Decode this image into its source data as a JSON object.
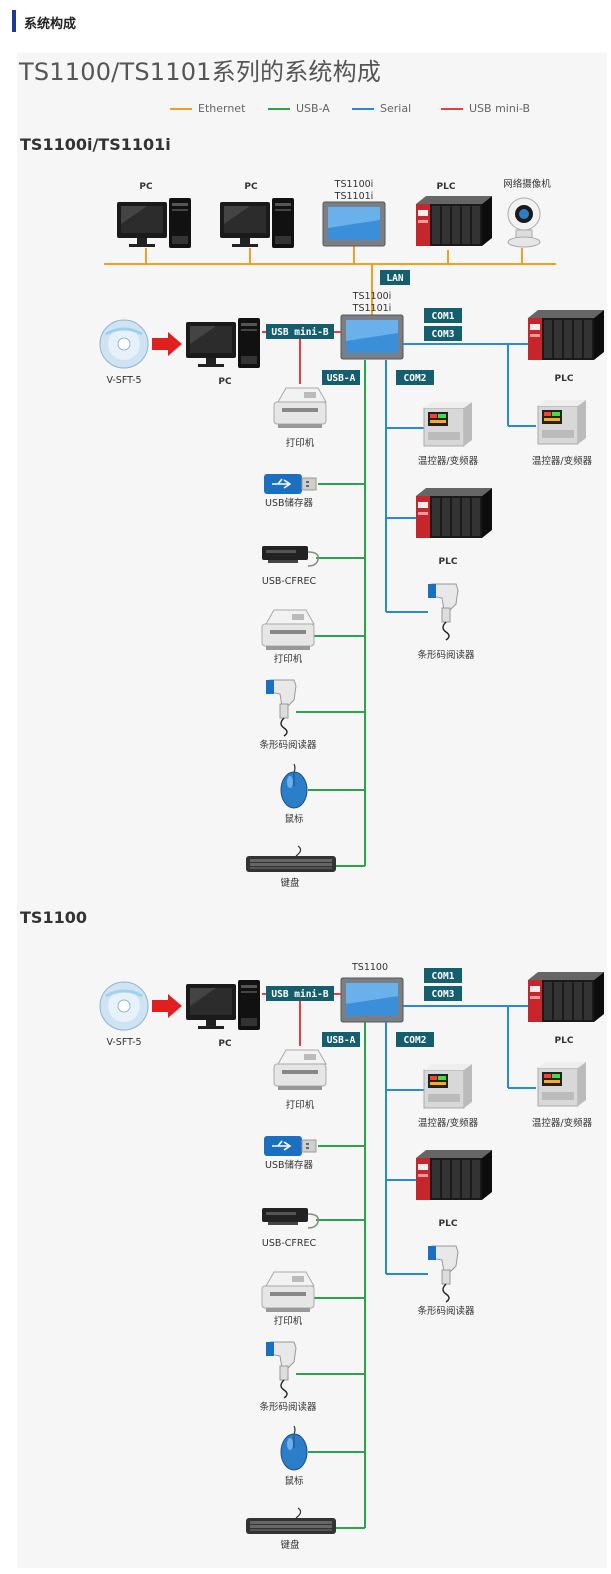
{
  "header": {
    "title": "系统构成"
  },
  "page_title": "TS1100/TS1101系列的系统构成",
  "legend": [
    {
      "label": "Ethernet",
      "color": "#f0a020"
    },
    {
      "label": "USB-A",
      "color": "#2aa44a"
    },
    {
      "label": "Serial",
      "color": "#2a8ad0"
    },
    {
      "label": "USB mini-B",
      "color": "#e04040"
    }
  ],
  "colors": {
    "ethernet": "#f0a020",
    "usb_a": "#2aa44a",
    "serial": "#2a8ad0",
    "usb_mini_b": "#e04040",
    "tag_bg": "#145e6e",
    "arrow": "#e02020"
  },
  "diagram1": {
    "title": "TS1100i/TS1101i",
    "top_pc1": "PC",
    "top_pc2": "PC",
    "top_ts_line1": "TS1100i",
    "top_ts_line2": "TS1101i",
    "top_plc": "PLC",
    "top_camera": "网络摄像机",
    "lan_tag": "LAN",
    "center_line1": "TS1100i",
    "center_line2": "TS1101i",
    "vsft": "V-SFT-5",
    "pc": "PC",
    "usb_mini_b_tag": "USB mini-B",
    "usb_a_tag": "USB-A",
    "com1_tag": "COM1",
    "com3_tag": "COM3",
    "com2_tag": "COM2",
    "right_plc": "PLC",
    "right_temp": "温控器/变频器",
    "com2_temp": "温控器/变频器",
    "com2_plc": "PLC",
    "com2_barcode": "条形码阅读器",
    "printer_top": "打印机",
    "usb_storage": "USB储存器",
    "usb_cfrec": "USB-CFREC",
    "printer": "打印机",
    "barcode": "条形码阅读器",
    "mouse": "鼠标",
    "keyboard": "键盘"
  },
  "diagram2": {
    "title": "TS1100",
    "center_label": "TS1100",
    "vsft": "V-SFT-5",
    "pc": "PC",
    "usb_mini_b_tag": "USB mini-B",
    "usb_a_tag": "USB-A",
    "com1_tag": "COM1",
    "com3_tag": "COM3",
    "com2_tag": "COM2",
    "right_plc": "PLC",
    "right_temp": "温控器/变频器",
    "com2_temp": "温控器/变频器",
    "com2_plc": "PLC",
    "com2_barcode": "条形码阅读器",
    "printer_top": "打印机",
    "usb_storage": "USB储存器",
    "usb_cfrec": "USB-CFREC",
    "printer": "打印机",
    "barcode": "条形码阅读器",
    "mouse": "鼠标",
    "keyboard": "键盘"
  }
}
